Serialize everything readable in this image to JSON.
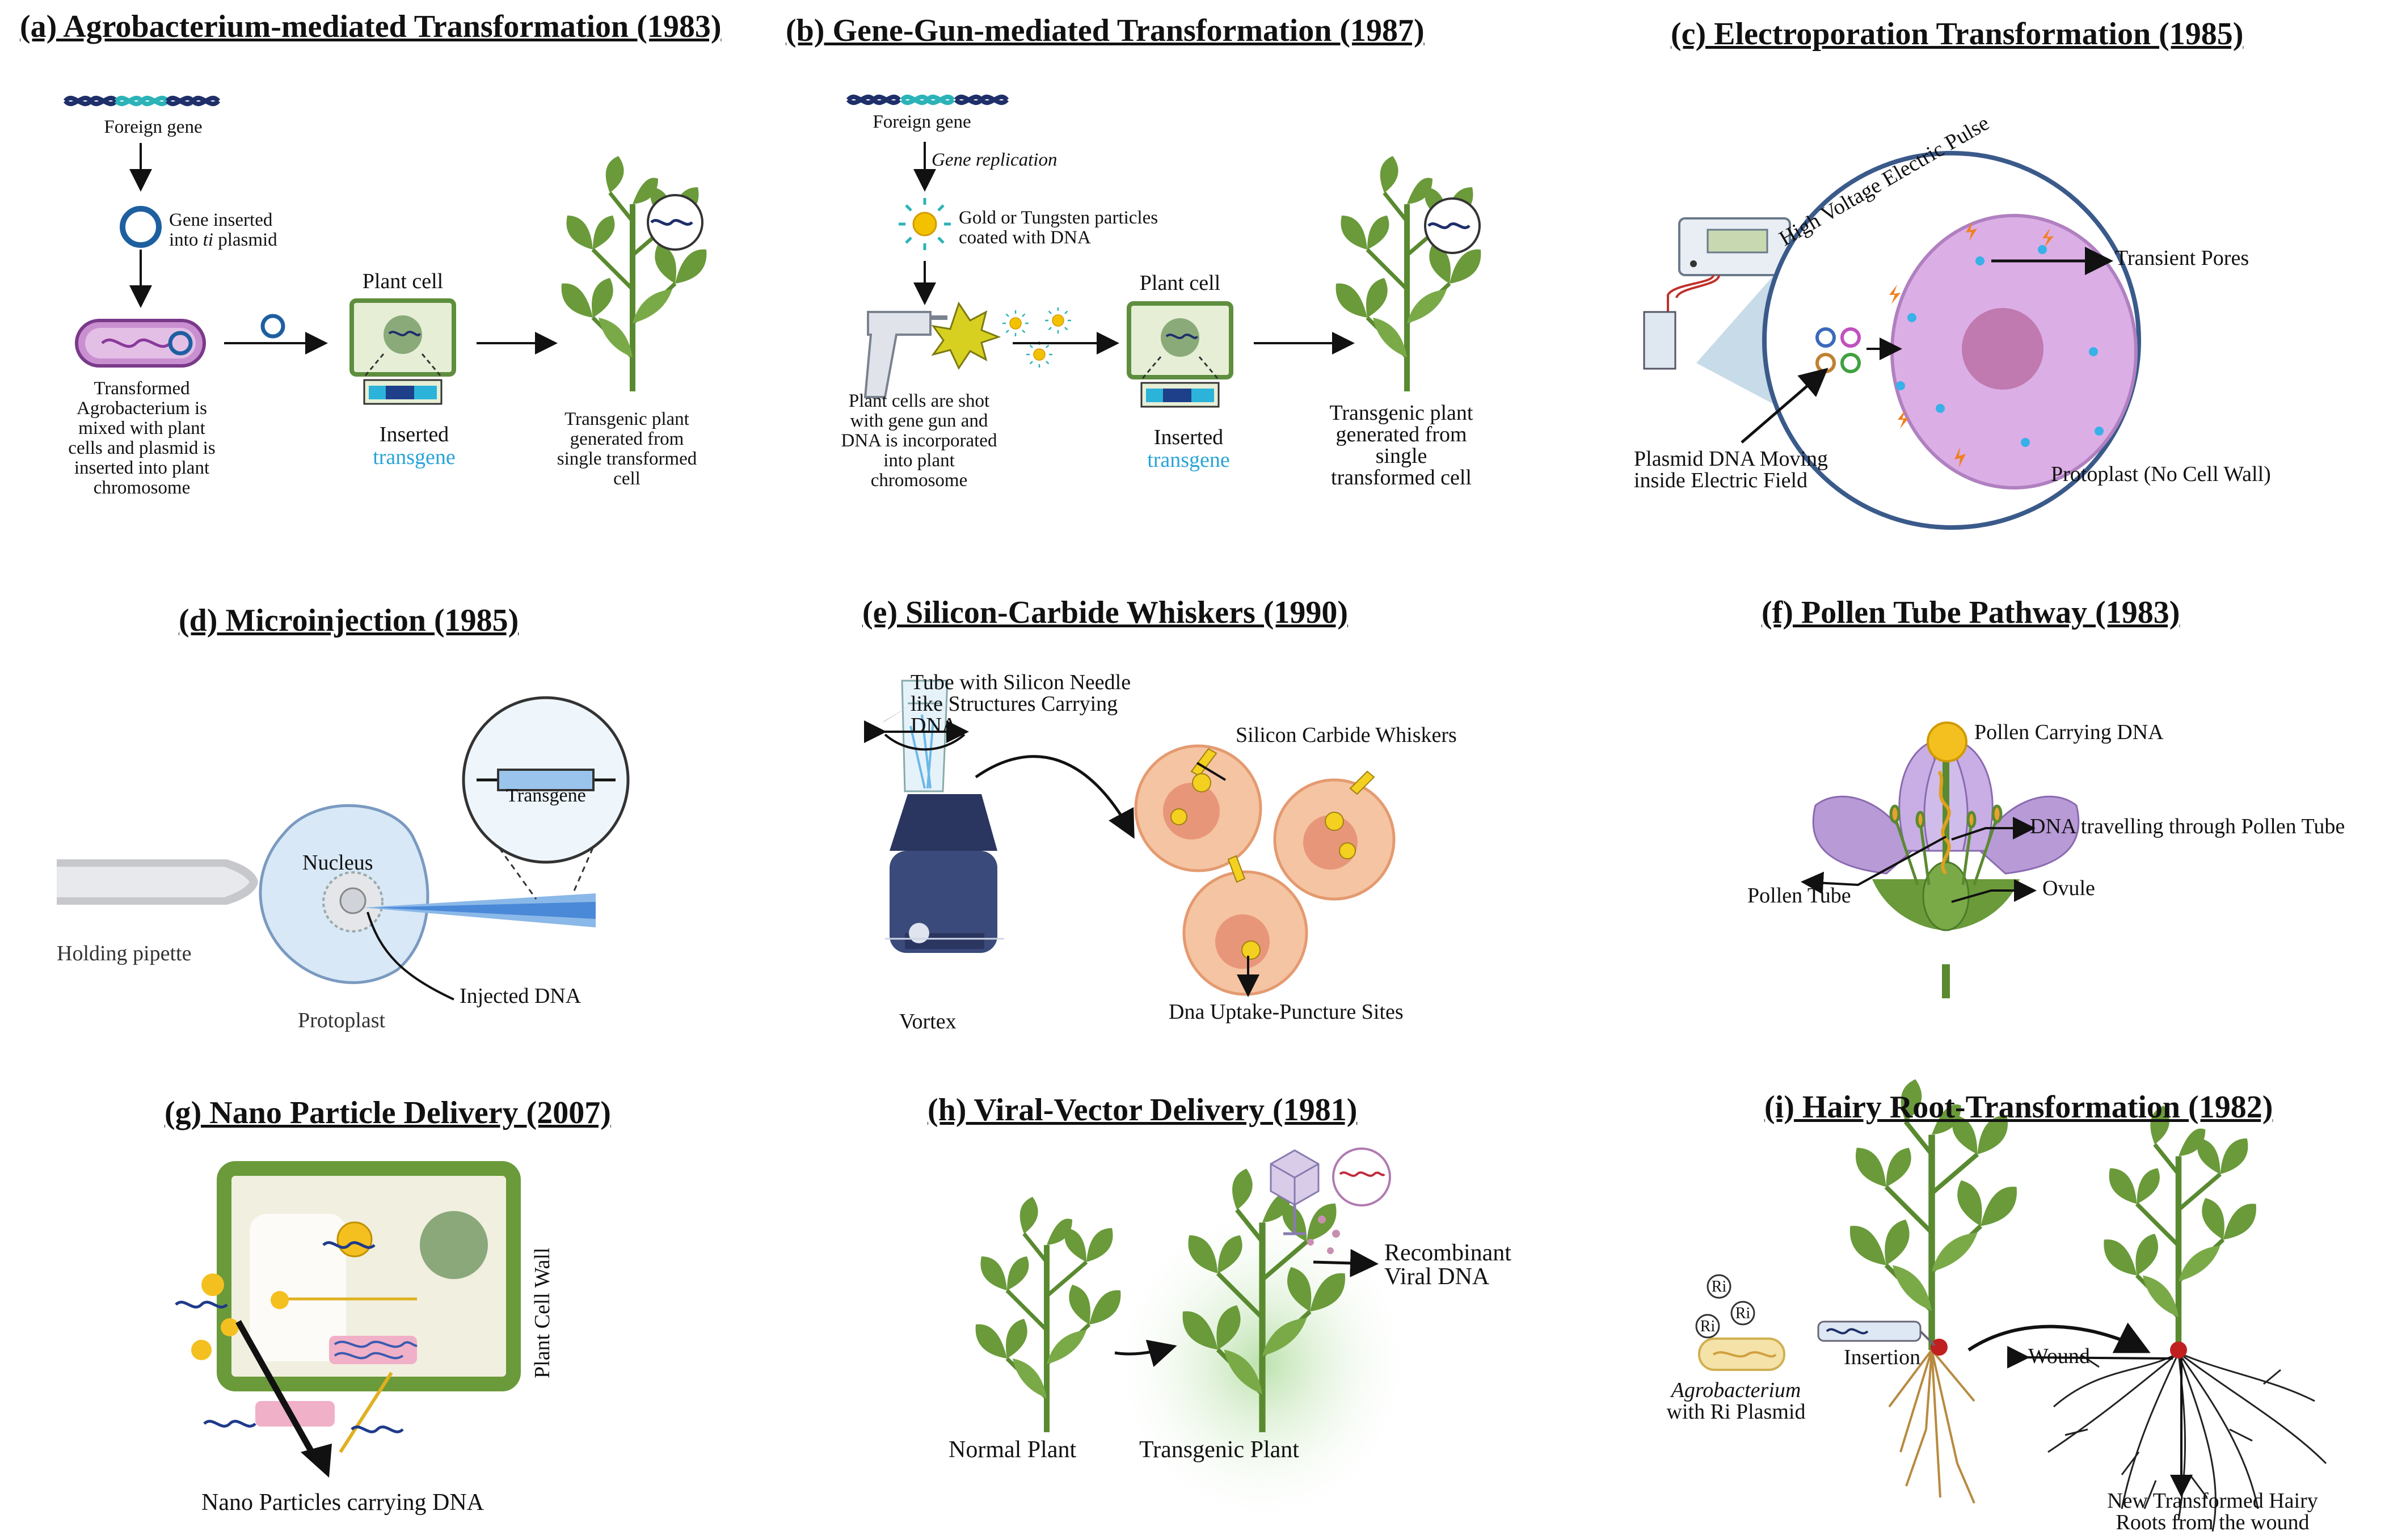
{
  "panels": {
    "a": {
      "title": "(a) Agrobacterium-mediated Transformation (1983)",
      "foreign_gene": "Foreign gene",
      "gene_inserted_1": "Gene inserted",
      "gene_inserted_2_pre": "into ",
      "gene_inserted_2_ti": "ti",
      "gene_inserted_2_post": " plasmid",
      "plant_cell": "Plant cell",
      "agro_1": "Transformed",
      "agro_2": "Agrobacterium is",
      "agro_3": "mixed with plant",
      "agro_4": "cells and plasmid is",
      "agro_5": "inserted into plant",
      "agro_6": "chromosome",
      "inserted": "Inserted",
      "transgene": "transgene",
      "plant_1": "Transgenic plant",
      "plant_2": "generated from",
      "plant_3": "single transformed",
      "plant_4": "cell"
    },
    "b": {
      "title": "(b) Gene-Gun-mediated Transformation (1987)",
      "foreign_gene": "Foreign gene",
      "gene_replication": "Gene replication",
      "gold_1": "Gold or Tungsten particles",
      "gold_2": "coated with DNA",
      "plant_cell": "Plant cell",
      "shot_1": "Plant cells are shot",
      "shot_2": "with gene gun and",
      "shot_3": "DNA is incorporated",
      "shot_4": "into plant",
      "shot_5": "chromosome",
      "inserted": "Inserted",
      "transgene": "transgene",
      "plant_1": "Transgenic plant",
      "plant_2": "generated from",
      "plant_3": "single",
      "plant_4": "transformed cell"
    },
    "c": {
      "title": "(c) Electroporation Transformation (1985)",
      "pulse": "High Voltage Electric Pulse",
      "pores": "Transient Pores",
      "plasmid_1": "Plasmid DNA Moving",
      "plasmid_2": "inside Electric Field",
      "protoplast": "Protoplast (No Cell Wall)"
    },
    "d": {
      "title": "(d) Microinjection (1985)",
      "transgene": "Transgene",
      "nucleus": "Nucleus",
      "holding": "Holding pipette",
      "injected": "Injected DNA",
      "protoplast": "Protoplast"
    },
    "e": {
      "title": "(e) Silicon-Carbide Whiskers (1990)",
      "tube_1": "Tube with Silicon Needle",
      "tube_2": "like Structures Carrying",
      "tube_3": "DNA",
      "whiskers": "Silicon Carbide Whiskers",
      "vortex": "Vortex",
      "uptake": "Dna Uptake-Puncture Sites"
    },
    "f": {
      "title": "(f) Pollen Tube Pathway (1983)",
      "pollen": "Pollen Carrying DNA",
      "dna_travel": "DNA travelling through Pollen Tube",
      "pollen_tube": "Pollen Tube",
      "ovule": "Ovule"
    },
    "g": {
      "title": "(g) Nano Particle Delivery (2007)",
      "cell_wall": "Plant Cell Wall",
      "nano": "Nano Particles carrying DNA"
    },
    "h": {
      "title": "(h) Viral-Vector Delivery (1981)",
      "recomb_1": "Recombinant",
      "recomb_2": "Viral DNA",
      "normal": "Normal Plant",
      "transgenic": "Transgenic Plant"
    },
    "i": {
      "title": "(i) Hairy Root-Transformation (1982)",
      "ri": "Ri",
      "agro": "Agrobacterium",
      "with_ri": "with Ri Plasmid",
      "insertion": "Insertion",
      "wound": "Wound",
      "new_roots_1": "New Transformed Hairy",
      "new_roots_2": "Roots from the wound"
    }
  },
  "colors": {
    "cell_green": "#5e8e3e",
    "cell_fill": "#e6efd6",
    "plant_leaf": "#6a9a3a",
    "dna_navy": "#1e2f6a",
    "dna_teal": "#2bb3b8",
    "protoplast_pink": "#dcaee6",
    "flower_purple": "#b89ad6",
    "gold": "#f2c200"
  }
}
